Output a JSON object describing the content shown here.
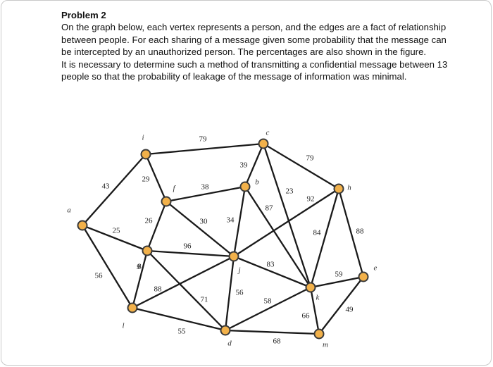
{
  "problem": {
    "title": "Problem 2",
    "paragraph1": "On the graph below, each vertex represents a person, and the edges are a fact of relationship between people. For each sharing of a message given some probability that the message can be intercepted by an unauthorized person. The percentages are also shown in the figure.",
    "paragraph2": "It is necessary to determine such a method of transmitting a confidential message between 13 people so that the probability of leakage of the message of information was minimal."
  },
  "graph": {
    "vertices": [
      {
        "id": "a",
        "label": "a"
      },
      {
        "id": "i",
        "label": "i"
      },
      {
        "id": "f",
        "label": "f"
      },
      {
        "id": "g",
        "label": "g"
      },
      {
        "id": "l",
        "label": "l"
      },
      {
        "id": "c",
        "label": "c"
      },
      {
        "id": "b",
        "label": "b"
      },
      {
        "id": "j",
        "label": "j"
      },
      {
        "id": "d",
        "label": "d"
      },
      {
        "id": "h",
        "label": "h"
      },
      {
        "id": "k",
        "label": "k"
      },
      {
        "id": "e",
        "label": "e"
      },
      {
        "id": "m",
        "label": "m"
      }
    ],
    "edges": [
      {
        "from": "a",
        "to": "i",
        "weight": "43"
      },
      {
        "from": "a",
        "to": "g",
        "weight": "25"
      },
      {
        "from": "a",
        "to": "l",
        "weight": "56"
      },
      {
        "from": "i",
        "to": "c",
        "weight": "79"
      },
      {
        "from": "i",
        "to": "f",
        "weight": "29"
      },
      {
        "from": "f",
        "to": "b",
        "weight": "38"
      },
      {
        "from": "f",
        "to": "g",
        "weight": "26"
      },
      {
        "from": "f",
        "to": "j",
        "weight": "30"
      },
      {
        "from": "c",
        "to": "b",
        "weight": "39"
      },
      {
        "from": "c",
        "to": "h",
        "weight": "79"
      },
      {
        "from": "c",
        "to": "k",
        "weight": "23"
      },
      {
        "from": "b",
        "to": "j",
        "weight": "34"
      },
      {
        "from": "b",
        "to": "k",
        "weight": "87"
      },
      {
        "from": "g",
        "to": "j",
        "weight": "96"
      },
      {
        "from": "g",
        "to": "l",
        "weight": "8"
      },
      {
        "from": "g",
        "to": "d",
        "weight": "71"
      },
      {
        "from": "l",
        "to": "j",
        "weight": "88"
      },
      {
        "from": "l",
        "to": "d",
        "weight": "55"
      },
      {
        "from": "j",
        "to": "h",
        "weight": "92"
      },
      {
        "from": "j",
        "to": "k",
        "weight": "83"
      },
      {
        "from": "j",
        "to": "d",
        "weight": "56"
      },
      {
        "from": "h",
        "to": "k",
        "weight": "84"
      },
      {
        "from": "h",
        "to": "e",
        "weight": "88"
      },
      {
        "from": "d",
        "to": "k",
        "weight": "58"
      },
      {
        "from": "d",
        "to": "m",
        "weight": "68"
      },
      {
        "from": "k",
        "to": "e",
        "weight": "59"
      },
      {
        "from": "k",
        "to": "m",
        "weight": "66"
      },
      {
        "from": "e",
        "to": "m",
        "weight": "49"
      }
    ]
  }
}
